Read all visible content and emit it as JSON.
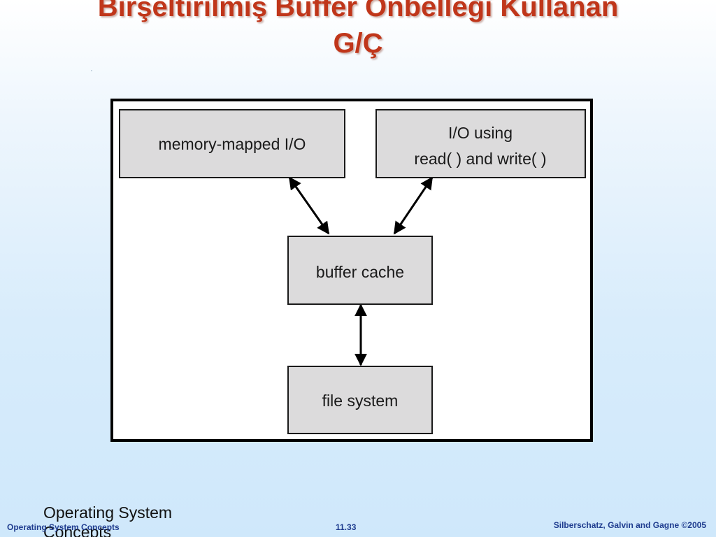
{
  "slide": {
    "title_line1": "Birşeltirilmiş Buffer Önbelleği Kullanan",
    "title_line2": "G/Ç"
  },
  "diagram": {
    "nodes": [
      {
        "id": "memory-mapped-io",
        "lines": [
          "memory-mapped I/O"
        ]
      },
      {
        "id": "io-read-write",
        "lines": [
          "I/O using",
          "read( ) and write( )"
        ]
      },
      {
        "id": "buffer-cache",
        "lines": [
          "buffer cache"
        ]
      },
      {
        "id": "file-system",
        "lines": [
          "file system"
        ]
      }
    ],
    "edges": [
      {
        "from": "memory-mapped-io",
        "to": "buffer-cache",
        "bidirectional": true
      },
      {
        "from": "io-read-write",
        "to": "buffer-cache",
        "bidirectional": true
      },
      {
        "from": "buffer-cache",
        "to": "file-system",
        "bidirectional": true
      }
    ],
    "colors": {
      "node_fill": "#dcdbdc",
      "node_stroke": "#1a1a1a",
      "edge": "#000000",
      "title": "#c0361a",
      "footer": "#1f3c8f"
    }
  },
  "footer": {
    "ghost_text": "Operating System Concepts",
    "left": "Operating System Concepts",
    "center": "11.33",
    "right": "Silberschatz, Galvin and Gagne ©2005"
  }
}
